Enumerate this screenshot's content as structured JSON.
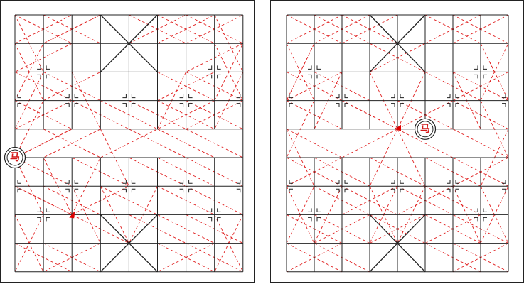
{
  "boards": [
    {
      "id": "left",
      "piece": {
        "glyph": "马",
        "name": "horse",
        "file": 0,
        "rank": 5,
        "color": "#d41818"
      },
      "target_arrow": {
        "file": 2,
        "rank": 7,
        "color": "#e00000"
      }
    },
    {
      "id": "right",
      "piece": {
        "glyph": "马",
        "name": "horse",
        "file": 5,
        "rank": 4,
        "color": "#d41818"
      },
      "target_arrow": {
        "file": 4,
        "rank": 4,
        "color": "#e00000"
      }
    }
  ],
  "colors": {
    "grid": "#222222",
    "dashed": "#e02020",
    "background": "#ffffff"
  }
}
